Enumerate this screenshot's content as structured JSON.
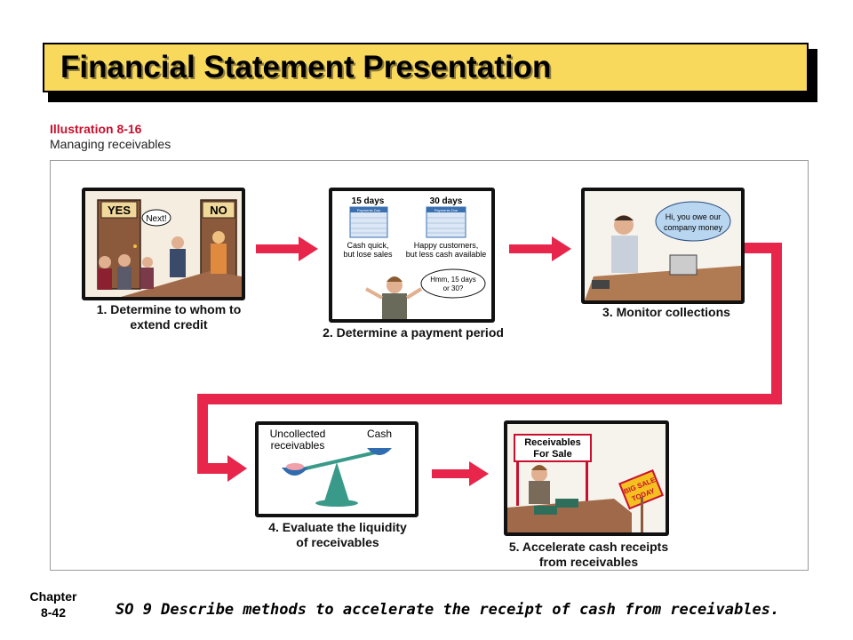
{
  "title": "Financial Statement Presentation",
  "illustration": {
    "number": "Illustration 8-16",
    "caption": "Managing receivables"
  },
  "steps": [
    {
      "label_line1": "1. Determine to whom to",
      "label_line2": "extend credit",
      "signs": [
        "YES",
        "NO"
      ],
      "bubble": "Next!"
    },
    {
      "label_line1": "2. Determine a payment period",
      "periods": [
        "15 days",
        "30 days"
      ],
      "calendar_label": "Payments Due",
      "notes": [
        "Cash quick,",
        "but lose sales",
        "Happy customers,",
        "but less cash available"
      ],
      "bubble_line1": "Hmm, 15 days",
      "bubble_line2": "or 30?"
    },
    {
      "label_line1": "3. Monitor collections",
      "bubble_line1": "Hi, you owe our",
      "bubble_line2": "company money"
    },
    {
      "label_line1": "4. Evaluate the liquidity",
      "label_line2": "of receivables",
      "left_pan_line1": "Uncollected",
      "left_pan_line2": "receivables",
      "right_pan": "Cash"
    },
    {
      "label_line1": "5. Accelerate cash receipts",
      "label_line2": "from receivables",
      "sign_line1": "Receivables",
      "sign_line2": "For Sale",
      "sale_line1": "BIG SALE",
      "sale_line2": "TODAY"
    }
  ],
  "footer": {
    "chapter_line1": "Chapter",
    "chapter_line2": "8-42",
    "objective": "SO 9  Describe methods to accelerate the receipt of cash from receivables."
  },
  "colors": {
    "title_fill": "#f8d95c",
    "arrow": "#e8254a",
    "illustration_red": "#c8102e"
  }
}
